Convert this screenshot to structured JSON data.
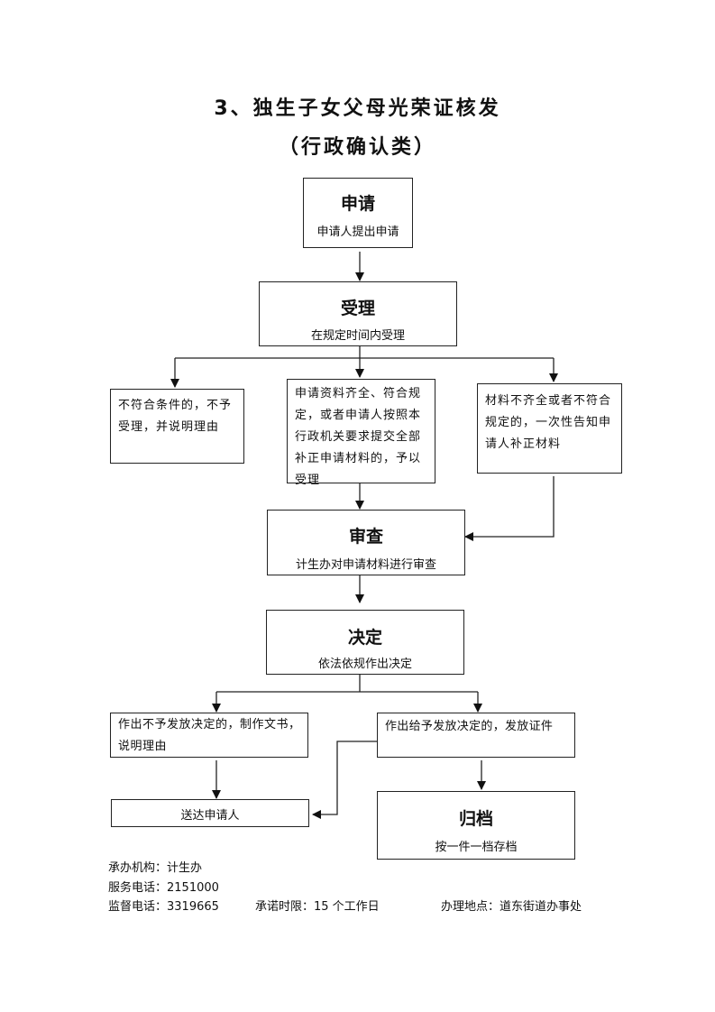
{
  "title": {
    "main": "3、独生子女父母光荣证核发",
    "sub": "（行政确认类）"
  },
  "steps": {
    "apply": {
      "heading": "申请",
      "desc": "申请人提出申请"
    },
    "accept": {
      "heading": "受理",
      "desc": "在规定时间内受理"
    },
    "reject": {
      "text": "不符合条件的，不予受理，并说明理由"
    },
    "complete": {
      "text": "申请资料齐全、符合规定，或者申请人按照本行政机关要求提交全部补正申请材料的，予以受理"
    },
    "incomplete": {
      "text": "材料不齐全或者不符合规定的，一次性告知申请人补正材料"
    },
    "review": {
      "heading": "审查",
      "desc": "计生办对申请材料进行审查"
    },
    "decide": {
      "heading": "决定",
      "desc": "依法依规作出决定"
    },
    "deny": {
      "text": "作出不予发放决定的，制作文书，说明理由"
    },
    "grant": {
      "text": "作出给予发放决定的，发放证件"
    },
    "deliver": {
      "text": "送达申请人"
    },
    "archive": {
      "heading": "归档",
      "desc": "按一件一档存档"
    }
  },
  "footer": {
    "agency": "承办机构：计生办",
    "service_phone": "服务电话：2151000",
    "supervise_phone": "监督电话：3319665",
    "time_limit": "承诺时限：15 个工作日",
    "location": "办理地点：道东街道办事处"
  }
}
